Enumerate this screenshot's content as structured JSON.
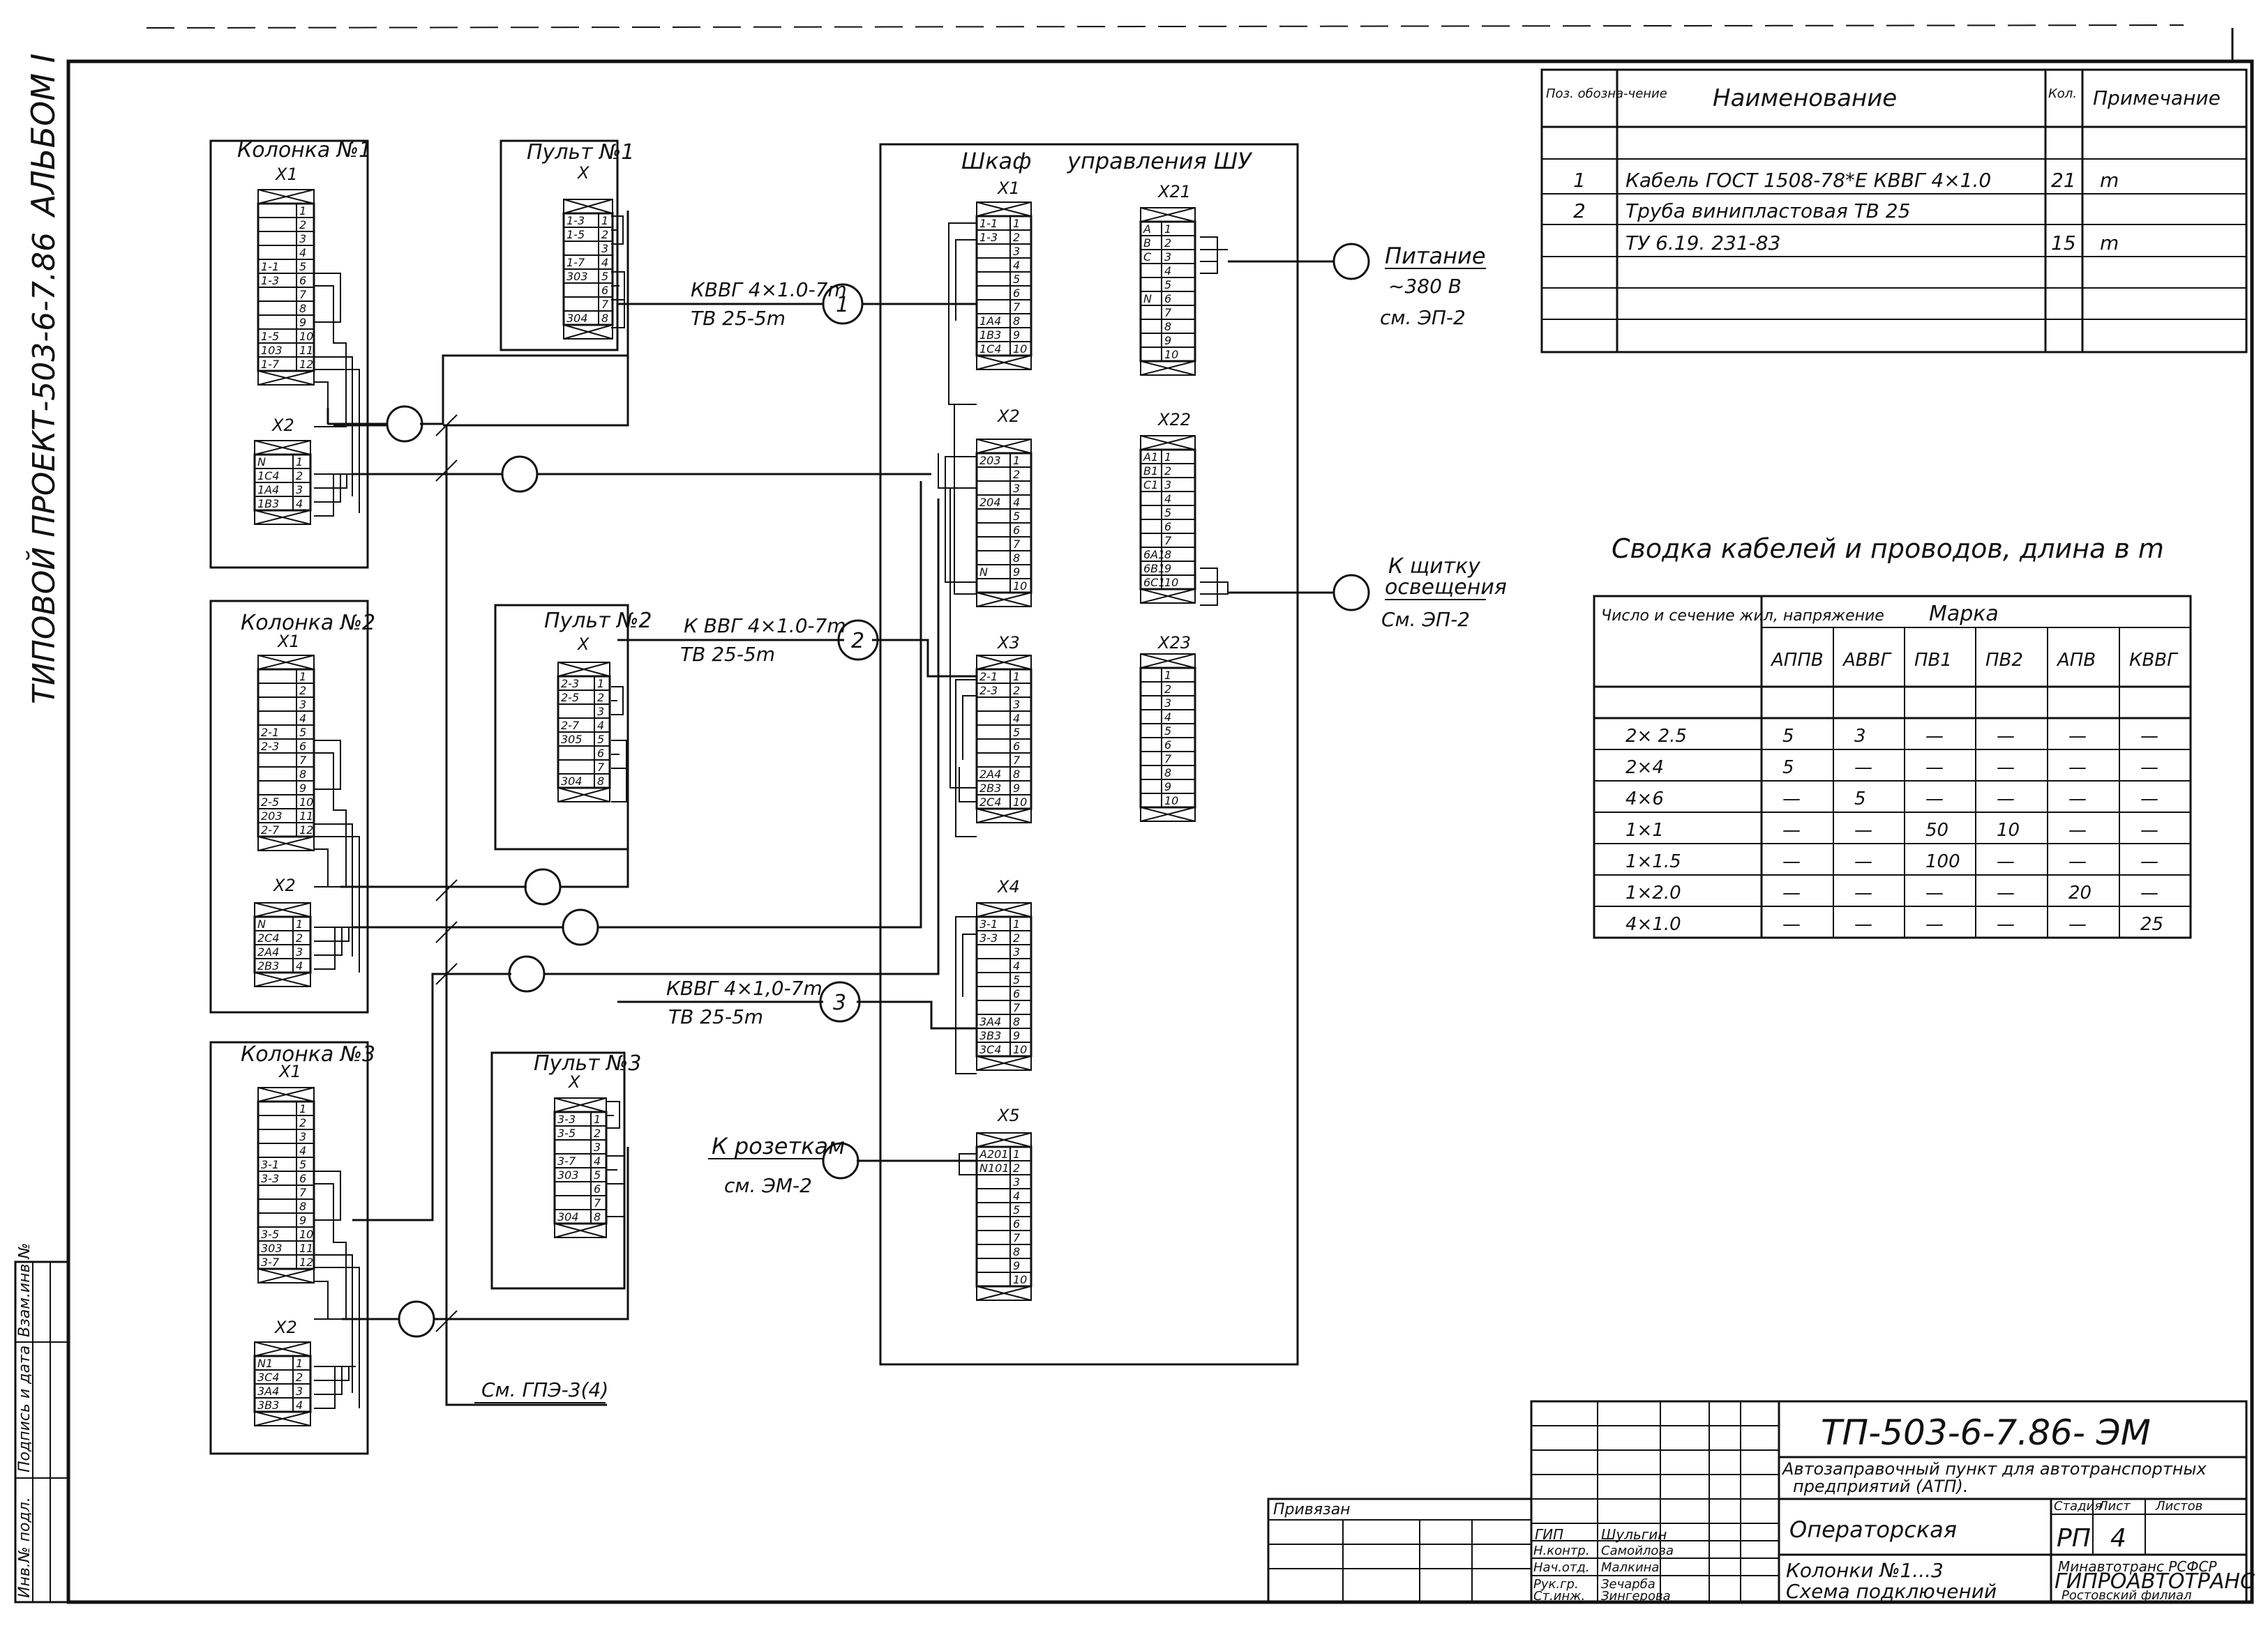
{
  "side": {
    "album": "АЛЬБОМ I",
    "project": "ТИПОВОЙ ПРОЕКТ-503-6-7.86",
    "stamp_cells": [
      "Инв.№ подл.",
      "Подпись и дата",
      "Взам.инв.№"
    ]
  },
  "units": [
    {
      "title": "Колонка №1",
      "x1": {
        "label": "X1",
        "rows": [
          "",
          "",
          "",
          "",
          "1-1",
          "1-3",
          "",
          "",
          "",
          "1-5",
          "103",
          "1-7"
        ]
      },
      "x2": {
        "label": "X2",
        "rows": [
          "N",
          "1C4",
          "1A4",
          "1B3"
        ]
      }
    },
    {
      "title": "Колонка №2",
      "x1": {
        "label": "X1",
        "rows": [
          "",
          "",
          "",
          "",
          "2-1",
          "2-3",
          "",
          "",
          "",
          "2-5",
          "203",
          "2-7"
        ]
      },
      "x2": {
        "label": "X2",
        "rows": [
          "N",
          "2C4",
          "2A4",
          "2B3"
        ]
      }
    },
    {
      "title": "Колонка №3",
      "x1": {
        "label": "X1",
        "rows": [
          "",
          "",
          "",
          "",
          "3-1",
          "3-3",
          "",
          "",
          "",
          "3-5",
          "303",
          "3-7"
        ]
      },
      "x2": {
        "label": "X2",
        "rows": [
          "N1",
          "3C4",
          "3A4",
          "3B3"
        ]
      }
    }
  ],
  "pults": [
    {
      "title": "Пульт №1",
      "label": "X",
      "rows": [
        "1-3",
        "1-5",
        "",
        "1-7",
        "303",
        "",
        "",
        "304"
      ]
    },
    {
      "title": "Пульт №2",
      "label": "X",
      "rows": [
        "2-3",
        "2-5",
        "",
        "2-7",
        "305",
        "",
        "",
        "304"
      ]
    },
    {
      "title": "Пульт №3",
      "label": "X",
      "rows": [
        "3-3",
        "3-5",
        "",
        "3-7",
        "303",
        "",
        "",
        "304"
      ]
    }
  ],
  "cabinet": {
    "title1": "Шкаф",
    "title2": "управления ШУ",
    "blocks": [
      {
        "label": "X1",
        "rows": [
          "1-1",
          "1-3",
          "",
          "",
          "",
          "",
          "",
          "1A4",
          "1B3",
          "1C4"
        ]
      },
      {
        "label": "X2",
        "rows": [
          "203",
          "",
          "",
          "204",
          "",
          "",
          "",
          "",
          "N",
          ""
        ]
      },
      {
        "label": "X3",
        "rows": [
          "2-1",
          "2-3",
          "",
          "",
          "",
          "",
          "",
          "2A4",
          "2B3",
          "2C4"
        ]
      },
      {
        "label": "X4",
        "rows": [
          "3-1",
          "3-3",
          "",
          "",
          "",
          "",
          "",
          "3A4",
          "3B3",
          "3C4"
        ]
      },
      {
        "label": "X5",
        "rows": [
          "A201",
          "N101",
          "",
          "",
          "",
          "",
          "",
          "",
          "",
          ""
        ]
      },
      {
        "label": "X21",
        "rows": [
          "A",
          "B",
          "C",
          "",
          "",
          "N",
          "",
          "",
          "",
          ""
        ]
      },
      {
        "label": "X22",
        "rows": [
          "A1",
          "B1",
          "C1",
          "",
          "",
          "",
          "",
          "6A1",
          "6B1",
          "6C1"
        ]
      },
      {
        "label": "X23",
        "rows": [
          "",
          "",
          "",
          "",
          "",
          "",
          "",
          "",
          "",
          ""
        ]
      }
    ]
  },
  "cables": [
    {
      "num": "1",
      "l1": "КВВГ 4×1.0-7m",
      "l2": "ТВ 25-5m"
    },
    {
      "num": "2",
      "l1": "К ВВГ 4×1.0-7m",
      "l2": "ТВ 25-5m"
    },
    {
      "num": "3",
      "l1": "КВВГ 4×1,0-7m",
      "l2": "ТВ 25-5m"
    }
  ],
  "feeds": {
    "power_l1": "Питание",
    "power_l2": "~380 В",
    "power_l3": "см. ЭП-2",
    "light_l1": "К щитку",
    "light_l2": "освещения",
    "light_l3": "См. ЭП-2",
    "socket_l1": "К розеткам",
    "socket_l2": "см. ЭМ-2",
    "ref": "См. ГПЭ-3(4)"
  },
  "spec": {
    "headers": [
      "Поз. обозна-чение",
      "Наименование",
      "Кол.",
      "Примечание"
    ],
    "rows": [
      [
        "1",
        "Кабель ГОСТ 1508-78*Е КВВГ 4×1.0",
        "21",
        "m"
      ],
      [
        "2",
        "Труба винипластовая ТВ 25",
        "",
        ""
      ],
      [
        "",
        "ТУ 6.19. 231-83",
        "15",
        "m"
      ]
    ]
  },
  "summary": {
    "title": "Сводка кабелей и проводов, длина в m",
    "col_left": "Число и сечение жил, напряжение",
    "marka": "Марка",
    "marks": [
      "АППВ",
      "АВВГ",
      "ПВ1",
      "ПВ2",
      "АПВ",
      "КВВГ"
    ],
    "rows": [
      {
        "sec": "2× 2.5",
        "v": [
          "5",
          "3",
          "—",
          "—",
          "—",
          "—"
        ]
      },
      {
        "sec": "2×4",
        "v": [
          "5",
          "—",
          "—",
          "—",
          "—",
          "—"
        ]
      },
      {
        "sec": "4×6",
        "v": [
          "—",
          "5",
          "—",
          "—",
          "—",
          "—"
        ]
      },
      {
        "sec": "1×1",
        "v": [
          "—",
          "—",
          "50",
          "10",
          "—",
          "—"
        ]
      },
      {
        "sec": "1×1.5",
        "v": [
          "—",
          "—",
          "100",
          "—",
          "—",
          "—"
        ]
      },
      {
        "sec": "1×2.0",
        "v": [
          "—",
          "—",
          "—",
          "—",
          "20",
          "—"
        ]
      },
      {
        "sec": "4×1.0",
        "v": [
          "—",
          "—",
          "—",
          "—",
          "—",
          "25"
        ]
      }
    ]
  },
  "titleblock": {
    "code": "ТП-503-6-7.86- ЭМ",
    "desc1": "Автозаправочный пункт для автотранспортных",
    "desc2": "предприятий (АТП).",
    "sheet_title": "Операторская",
    "dwg1": "Колонки №1...3",
    "dwg2": "Схема подключений",
    "stage_h": "Стадия",
    "list_h": "Лист",
    "lists_h": "Листов",
    "stage": "РП",
    "list": "4",
    "org1": "Минавтотранс РСФСР",
    "org2": "ГИПРОАВТОТРАНС",
    "org3": "Ростовский филиал",
    "privyazan": "Привязан",
    "roles": [
      "ГИП",
      "Н.контр.",
      "Нач.отд.",
      "Рук.гр.",
      "Ст.инж."
    ],
    "names": [
      "Шульгин",
      "Самойлова",
      "Малкина",
      "Зечарба",
      "Зингерова"
    ]
  }
}
